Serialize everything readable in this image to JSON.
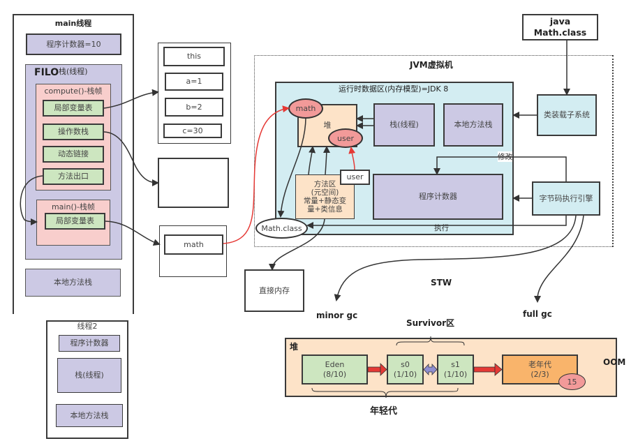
{
  "main_thread": {
    "title": "main线程",
    "program_counter": "程序计数器=10",
    "stack_filo": "FILO",
    "stack_label": "栈(线程)",
    "compute_frame": {
      "title": "compute()-栈帧",
      "items": [
        "局部变量表",
        "操作数栈",
        "动态链接",
        "方法出口"
      ]
    },
    "main_frame": {
      "title": "main()-栈帧",
      "items": [
        "局部变量表"
      ]
    },
    "native_stack": "本地方法栈"
  },
  "thread2": {
    "title": "线程2",
    "program_counter": "程序计数器",
    "stack": "栈(线程)",
    "native_stack": "本地方法栈"
  },
  "local_vars": [
    "this",
    "a=1",
    "b=2",
    "c=30"
  ],
  "main_local_var": "math",
  "direct_memory": "直接内存",
  "class_file": "java Math.class",
  "jvm": {
    "title": "JVM虚拟机",
    "runtime_area_title": "运行时数据区(内存模型)=JDK 8",
    "heap": "堆",
    "heap_obj_math": "math",
    "heap_obj_user": "user",
    "stack": "栈(线程)",
    "native_stack": "本地方法栈",
    "method_area": [
      "方法区",
      "(元空间)",
      "常量+静态变",
      "量+类信息"
    ],
    "method_area_user": "user",
    "program_counter": "程序计数器",
    "math_class": "Math.class",
    "class_loader": "类装载子系统",
    "exec_engine": "字节码执行引擎",
    "modify_label": "修改",
    "execute_label": "执行"
  },
  "gc": {
    "stw": "STW",
    "minor_gc": "minor gc",
    "full_gc": "full gc",
    "survivor": "Survivor区",
    "heap_label": "堆",
    "eden": [
      "Eden",
      "(8/10)"
    ],
    "s0": [
      "s0",
      "(1/10)"
    ],
    "s1": [
      "s1",
      "(1/10)"
    ],
    "old_gen": [
      "老年代",
      "(2/3)"
    ],
    "age_threshold": "15",
    "young_gen": "年轻代",
    "oom": "OOM"
  }
}
